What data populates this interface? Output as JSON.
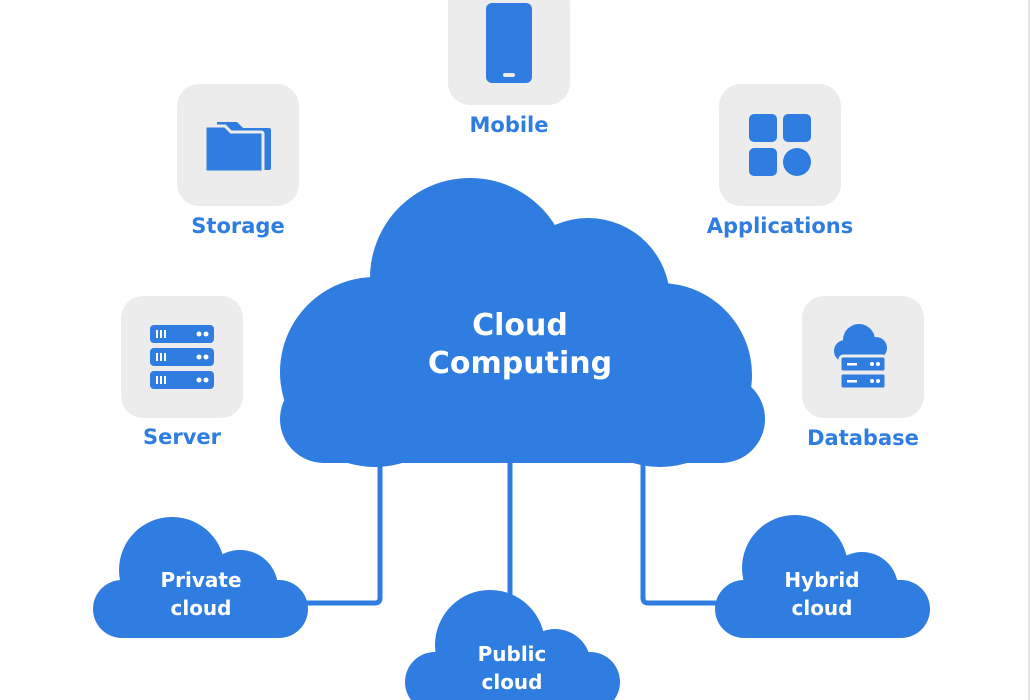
{
  "main": {
    "title_line1": "Cloud",
    "title_line2": "Computing"
  },
  "services": {
    "mobile": "Mobile",
    "storage": "Storage",
    "applications": "Applications",
    "server": "Server",
    "database": "Database"
  },
  "deployments": {
    "private_line1": "Private",
    "private_line2": "cloud",
    "public_line1": "Public",
    "public_line2": "cloud",
    "hybrid_line1": "Hybrid",
    "hybrid_line2": "cloud"
  },
  "icons": [
    "mobile-phone-icon",
    "folder-icon",
    "app-grid-icon",
    "server-rack-icon",
    "cloud-database-icon"
  ],
  "colors": {
    "accent": "#2f7de1",
    "tile_bg": "#ececec",
    "text_on_accent": "#ffffff"
  }
}
